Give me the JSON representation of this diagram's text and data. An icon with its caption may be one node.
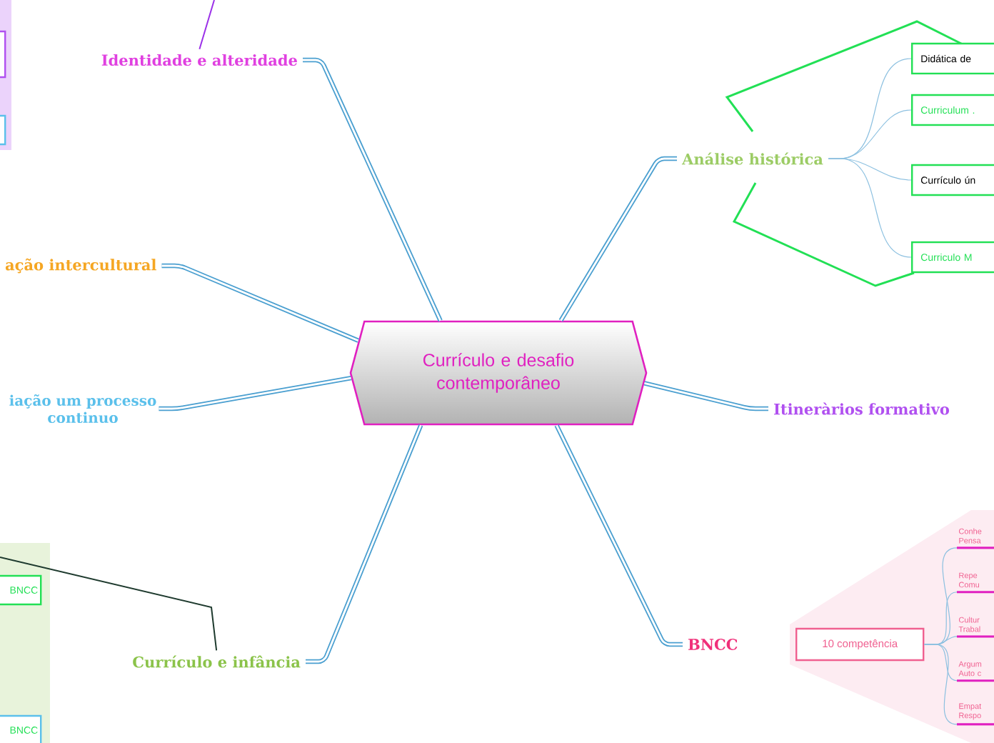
{
  "diagram": {
    "nodes": [
      {
        "text": [
          "Currículo e desafio contemporâneo"
        ]
      },
      {
        "text": [
          "Identidade e alteridade"
        ]
      },
      {
        "text": [
          "ação intercultural"
        ]
      },
      {
        "text": [
          "iação um processo continuo"
        ]
      },
      {
        "text": [
          "Currículo e infância"
        ]
      },
      {
        "text": [
          "BNCC"
        ]
      },
      {
        "text": [
          "Itineràrios formativo"
        ]
      },
      {
        "text": [
          "Análise histórica"
        ]
      },
      {
        "text": [
          "Didática de"
        ]
      },
      {
        "text": [
          "Curriculum ."
        ]
      },
      {
        "text": [
          "Currículo ún"
        ]
      },
      {
        "text": [
          "Curriculo M"
        ]
      },
      {
        "text": [
          "10 competência"
        ]
      },
      {
        "text": [
          "Conhe Pensa"
        ]
      },
      {
        "text": [
          "Repe Comu"
        ]
      },
      {
        "text": [
          "Cultur Trabal"
        ]
      },
      {
        "text": [
          "Argum Auto c"
        ]
      },
      {
        "text": [
          "Empat Respo"
        ]
      },
      {
        "text": [],
        "shape": "box"
      },
      {
        "text": [],
        "shape": "box"
      },
      {
        "text": [
          "BNCC"
        ]
      },
      {
        "text": [
          "BNCC"
        ]
      }
    ],
    "edges": [
      {
        "from": 0,
        "to": 1,
        "arrow": "none",
        "style": "thick"
      },
      {
        "from": 0,
        "to": 2,
        "arrow": "none",
        "style": "thick"
      },
      {
        "from": 0,
        "to": 3,
        "arrow": "none",
        "style": "thick"
      },
      {
        "from": 0,
        "to": 4,
        "arrow": "none",
        "style": "thick"
      },
      {
        "from": 0,
        "to": 5,
        "arrow": "none",
        "style": "thick"
      },
      {
        "from": 0,
        "to": 6,
        "arrow": "none",
        "style": "thick"
      },
      {
        "from": 0,
        "to": 7,
        "arrow": "none",
        "style": "thick"
      },
      {
        "from": 7,
        "to": 8,
        "arrow": "none"
      },
      {
        "from": 7,
        "to": 9,
        "arrow": "none"
      },
      {
        "from": 7,
        "to": 10,
        "arrow": "none"
      },
      {
        "from": 7,
        "to": 11,
        "arrow": "none"
      },
      {
        "from": 12,
        "to": 13,
        "arrow": "none"
      },
      {
        "from": 12,
        "to": 14,
        "arrow": "none"
      },
      {
        "from": 12,
        "to": 15,
        "arrow": "none"
      },
      {
        "from": 12,
        "to": 16,
        "arrow": "none"
      },
      {
        "from": 12,
        "to": 17,
        "arrow": "none"
      },
      {
        "from": 1,
        "to": null,
        "arrow": "none",
        "color": "#9b30e8"
      },
      {
        "from": 4,
        "to": null,
        "arrow": "none",
        "color": "#1e3a2e"
      }
    ]
  }
}
